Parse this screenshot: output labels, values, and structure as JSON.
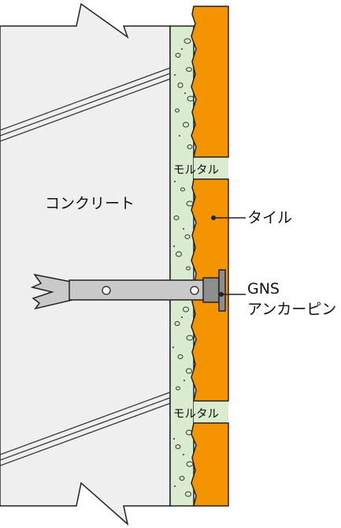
{
  "labels": {
    "concrete": "コンクリート",
    "mortar_top": "モルタル",
    "mortar_bottom": "モルタル",
    "tile": "タイル",
    "anchor_line1": "GNS",
    "anchor_line2": "アンカーピン"
  },
  "colors": {
    "concrete": "#efefef",
    "mortar": "#d9ecd0",
    "tile": "#f39400",
    "anchor": "#c9c9c9",
    "anchor_head": "#8e8e8e",
    "outline": "#222222"
  }
}
